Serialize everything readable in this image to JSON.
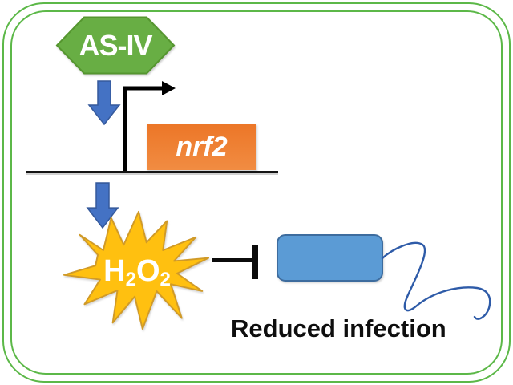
{
  "frame": {
    "border_color": "#5CB848",
    "background": "#FFFFFF"
  },
  "nodes": {
    "asiv": {
      "label": "AS-IV",
      "fill": "#68AE44",
      "stroke": "#55962F",
      "text_color": "#FFFFFF"
    },
    "nrf2": {
      "label": "nrf2",
      "fill": "#ED7D31",
      "text_color": "#FFFFFF"
    },
    "h2o2": {
      "formula": "H₂O₂",
      "part_h": "H",
      "part_sub1": "2",
      "part_o": "O",
      "part_sub2": "2",
      "fill": "#FFC010",
      "stroke": "#D09A28",
      "text_color": "#FFFFFF"
    },
    "pathogen": {
      "fill": "#5B9BD5",
      "stroke": "#3D6C9E",
      "tail_color": "#2E5BA8"
    }
  },
  "connectors": {
    "down_arrow_fill": "#4472C4",
    "down_arrow_stroke": "#35599B",
    "transcription_arrow_color": "#000000",
    "inhibition_color": "#000000",
    "dna_line_color": "#141414"
  },
  "caption": {
    "label": "Reduced infection",
    "color": "#0E0E0E"
  }
}
